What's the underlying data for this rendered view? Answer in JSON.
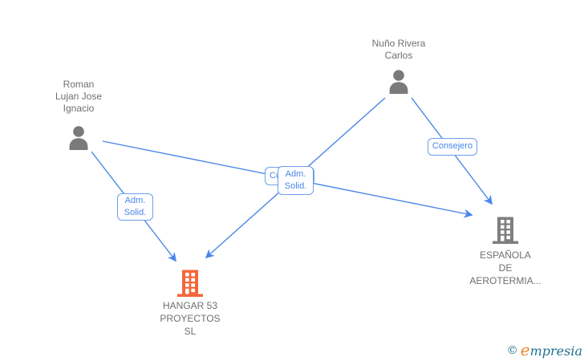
{
  "diagram_type": "corporate-relationship-graph",
  "nodes": {
    "person_roman": {
      "type": "person",
      "name": "Roman Lujan Jose Ignacio",
      "lines": [
        "Roman",
        "Lujan Jose",
        "Ignacio"
      ]
    },
    "person_nuno": {
      "type": "person",
      "name": "Nuño Rivera Carlos",
      "lines": [
        "Nuño Rivera",
        "Carlos"
      ]
    },
    "company_hangar": {
      "type": "company",
      "name": "HANGAR 53 PROYECTOS SL",
      "lines": [
        "HANGAR 53",
        "PROYECTOS",
        "SL"
      ],
      "accent": "#f4673c"
    },
    "company_espanola": {
      "type": "company",
      "name": "ESPAÑOLA DE AEROTERMIA...",
      "lines": [
        "ESPAÑOLA",
        "DE",
        "AEROTERMIA..."
      ],
      "accent": "#7f7f7f"
    }
  },
  "edge_labels": {
    "adm_left": {
      "lines": [
        "Adm.",
        "Solid."
      ]
    },
    "adm_center": {
      "lines": [
        "Adm.",
        "Solid."
      ]
    },
    "consejero_hidden": {
      "text": "Consejero"
    },
    "consejero": {
      "text": "Consejero"
    }
  },
  "edges": [
    {
      "from": "Roman Lujan Jose Ignacio",
      "to": "HANGAR 53 PROYECTOS SL",
      "label": "Adm. Solid."
    },
    {
      "from": "Nuño Rivera Carlos",
      "to": "HANGAR 53 PROYECTOS SL",
      "label": "Adm. Solid."
    },
    {
      "from": "Roman Lujan Jose Ignacio",
      "to": "ESPAÑOLA DE AEROTERMIA...",
      "label": "Consejero"
    },
    {
      "from": "Nuño Rivera Carlos",
      "to": "ESPAÑOLA DE AEROTERMIA...",
      "label": "Consejero"
    }
  ],
  "watermark": {
    "copyright": "©",
    "brand": "empresia",
    "brand_e": "e",
    "brand_rest": "mpresia"
  },
  "colors": {
    "edge_blue": "#4a86e8",
    "label_border": "#6d9eeb",
    "label_text": "#4a86e8",
    "node_text": "#6f6f6f",
    "person_gray": "#7a7a7a",
    "company_orange": "#f4673c",
    "company_gray": "#7f7f7f",
    "logo_teal": "#1f7090",
    "logo_orange": "#ef8629"
  }
}
